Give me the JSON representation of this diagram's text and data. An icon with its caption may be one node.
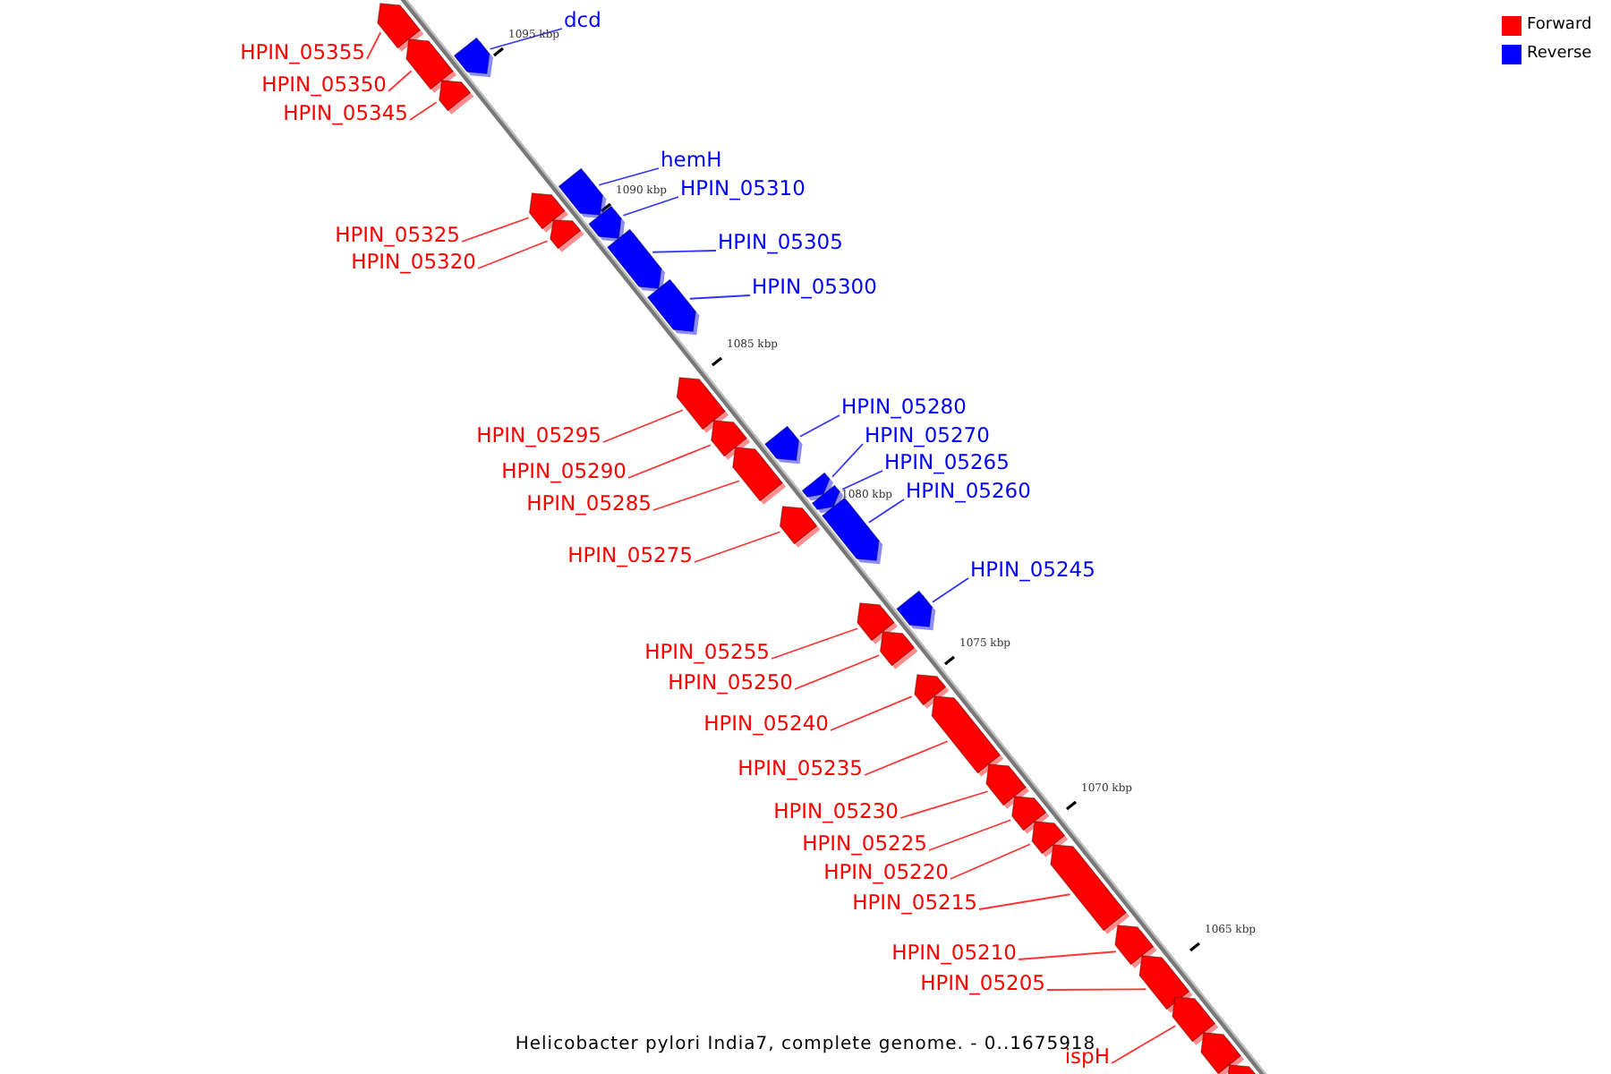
{
  "diagram": {
    "caption": "Helicobacter pylori India7, complete genome. - 0..1675918",
    "nodes": [
      {
        "text": [
          "HPIN_05355"
        ]
      },
      {
        "text": [],
        "shape": "bar"
      },
      {
        "text": [
          "HPIN_05350"
        ]
      },
      {
        "text": [],
        "shape": "bar"
      },
      {
        "text": [
          "HPIN_05345"
        ]
      },
      {
        "text": [],
        "shape": "bar"
      },
      {
        "text": [
          "dcd"
        ]
      },
      {
        "text": [],
        "shape": "bar"
      },
      {
        "text": [
          "hemH"
        ]
      },
      {
        "text": [],
        "shape": "bar"
      },
      {
        "text": [
          "HPIN_05310"
        ]
      },
      {
        "text": [],
        "shape": "bar"
      },
      {
        "text": [
          "HPIN_05305"
        ]
      },
      {
        "text": [],
        "shape": "bar"
      },
      {
        "text": [
          "HPIN_05300"
        ]
      },
      {
        "text": [],
        "shape": "bar"
      },
      {
        "text": [
          "HPIN_05325"
        ]
      },
      {
        "text": [],
        "shape": "bar"
      },
      {
        "text": [
          "HPIN_05320"
        ]
      },
      {
        "text": [],
        "shape": "bar"
      },
      {
        "text": [
          "HPIN_05295"
        ]
      },
      {
        "text": [],
        "shape": "bar"
      },
      {
        "text": [
          "HPIN_05290"
        ]
      },
      {
        "text": [],
        "shape": "bar"
      },
      {
        "text": [
          "HPIN_05285"
        ]
      },
      {
        "text": [],
        "shape": "bar"
      },
      {
        "text": [
          "HPIN_05280"
        ]
      },
      {
        "text": [],
        "shape": "bar"
      },
      {
        "text": [
          "HPIN_05270"
        ]
      },
      {
        "text": [],
        "shape": "bar"
      },
      {
        "text": [
          "HPIN_05265"
        ]
      },
      {
        "text": [],
        "shape": "bar"
      },
      {
        "text": [
          "HPIN_05260"
        ]
      },
      {
        "text": [],
        "shape": "bar"
      },
      {
        "text": [
          "HPIN_05275"
        ]
      },
      {
        "text": [],
        "shape": "bar"
      },
      {
        "text": [
          "HPIN_05245"
        ]
      },
      {
        "text": [],
        "shape": "bar"
      },
      {
        "text": [
          "HPIN_05255"
        ]
      },
      {
        "text": [],
        "shape": "bar"
      },
      {
        "text": [
          "HPIN_05250"
        ]
      },
      {
        "text": [],
        "shape": "bar"
      },
      {
        "text": [
          "HPIN_05240"
        ]
      },
      {
        "text": [],
        "shape": "bar"
      },
      {
        "text": [
          "HPIN_05235"
        ]
      },
      {
        "text": [],
        "shape": "bar"
      },
      {
        "text": [
          "HPIN_05230"
        ]
      },
      {
        "text": [],
        "shape": "bar"
      },
      {
        "text": [
          "HPIN_05225"
        ]
      },
      {
        "text": [],
        "shape": "bar"
      },
      {
        "text": [
          "HPIN_05220"
        ]
      },
      {
        "text": [],
        "shape": "bar"
      },
      {
        "text": [
          "HPIN_05215"
        ]
      },
      {
        "text": [],
        "shape": "bar"
      },
      {
        "text": [
          "HPIN_05210"
        ]
      },
      {
        "text": [],
        "shape": "bar"
      },
      {
        "text": [
          "HPIN_05205"
        ]
      },
      {
        "text": [],
        "shape": "bar"
      },
      {
        "text": [
          "ispH"
        ]
      },
      {
        "text": [],
        "shape": "bar"
      },
      {
        "text": [],
        "shape": "bar"
      },
      {
        "text": [],
        "shape": "bar"
      }
    ],
    "edges": [
      {
        "from": 0,
        "to": 1,
        "arrow": "none"
      },
      {
        "from": 2,
        "to": 3,
        "arrow": "none"
      },
      {
        "from": 4,
        "to": 5,
        "arrow": "none"
      },
      {
        "from": 6,
        "to": 7,
        "arrow": "none",
        "color": "#0000ff"
      },
      {
        "from": 8,
        "to": 9,
        "arrow": "none",
        "color": "#0000ff"
      },
      {
        "from": 10,
        "to": 11,
        "arrow": "none",
        "color": "#0000ff"
      },
      {
        "from": 12,
        "to": 13,
        "arrow": "none",
        "color": "#0000ff"
      },
      {
        "from": 14,
        "to": 15,
        "arrow": "none",
        "color": "#0000ff"
      },
      {
        "from": 16,
        "to": 17,
        "arrow": "none"
      },
      {
        "from": 18,
        "to": 19,
        "arrow": "none"
      },
      {
        "from": 20,
        "to": 21,
        "arrow": "none"
      },
      {
        "from": 22,
        "to": 23,
        "arrow": "none"
      },
      {
        "from": 24,
        "to": 25,
        "arrow": "none"
      },
      {
        "from": 26,
        "to": 27,
        "arrow": "none",
        "color": "#0000ff"
      },
      {
        "from": 28,
        "to": 29,
        "arrow": "none",
        "color": "#0000ff"
      },
      {
        "from": 30,
        "to": 31,
        "arrow": "none",
        "color": "#0000ff"
      },
      {
        "from": 32,
        "to": 33,
        "arrow": "none",
        "color": "#0000ff"
      },
      {
        "from": 34,
        "to": 35,
        "arrow": "none"
      },
      {
        "from": 36,
        "to": 37,
        "arrow": "none",
        "color": "#0000ff"
      },
      {
        "from": 38,
        "to": 39,
        "arrow": "none"
      },
      {
        "from": 40,
        "to": 41,
        "arrow": "none"
      },
      {
        "from": 42,
        "to": 43,
        "arrow": "none"
      },
      {
        "from": 44,
        "to": 45,
        "arrow": "none"
      },
      {
        "from": 46,
        "to": 47,
        "arrow": "none"
      },
      {
        "from": 48,
        "to": 49,
        "arrow": "none"
      },
      {
        "from": 50,
        "to": 51,
        "arrow": "none"
      },
      {
        "from": 52,
        "to": 53,
        "arrow": "none"
      },
      {
        "from": 54,
        "to": 55,
        "arrow": "none"
      },
      {
        "from": 56,
        "to": 57,
        "arrow": "none"
      },
      {
        "from": 58,
        "to": 59,
        "arrow": "none"
      }
    ],
    "labels": [
      "1095 kbp",
      "1090 kbp",
      "1085 kbp",
      "1080 kbp",
      "1075 kbp",
      "1070 kbp",
      "1065 kbp"
    ],
    "legend": [
      {
        "text": "Forward",
        "color": "#ff0000"
      },
      {
        "text": "Reverse",
        "color": "#0000ff"
      }
    ]
  }
}
